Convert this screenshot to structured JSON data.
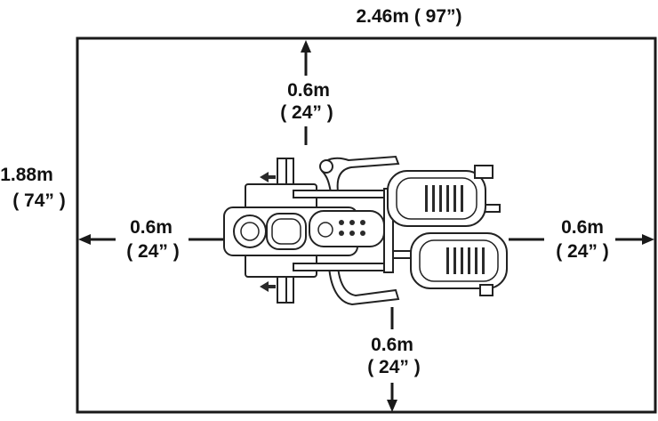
{
  "dimensions": {
    "overall_width": "2.46m ( 97”)",
    "overall_depth": {
      "metric": "1.88m",
      "imperial": "( 74” )"
    },
    "clearance_top": {
      "metric": "0.6m",
      "imperial": "( 24” )"
    },
    "clearance_left": {
      "metric": "0.6m",
      "imperial": "( 24” )"
    },
    "clearance_right": {
      "metric": "0.6m",
      "imperial": "( 24” )"
    },
    "clearance_bottom": {
      "metric": "0.6m",
      "imperial": "( 24” )"
    }
  }
}
